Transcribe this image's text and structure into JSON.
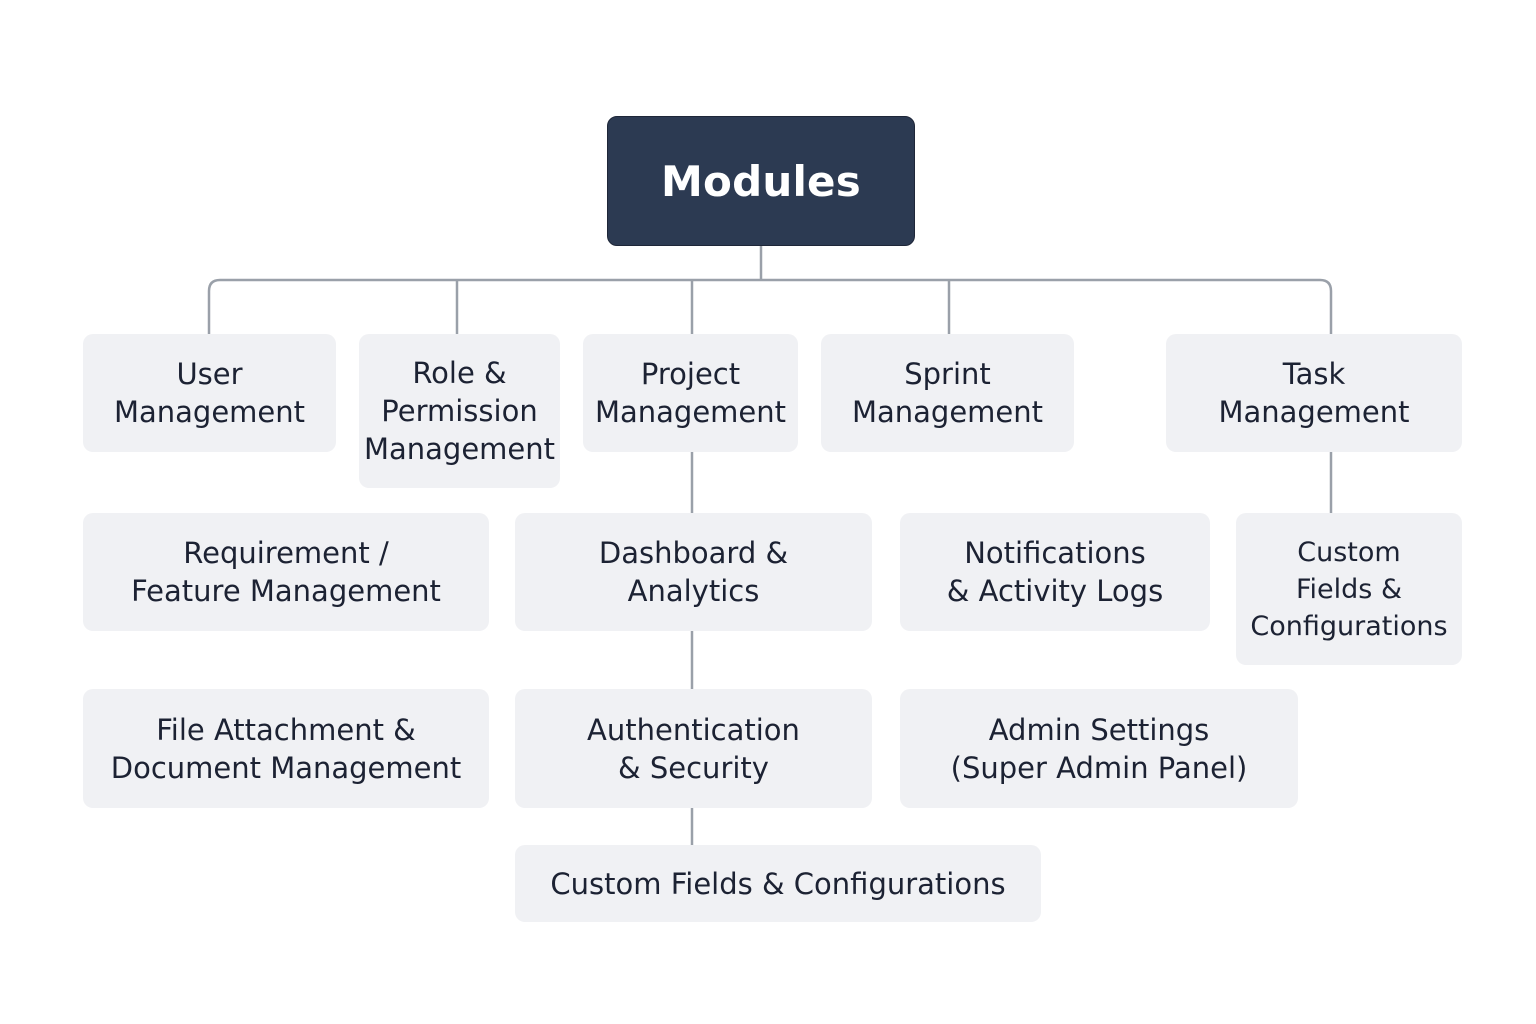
{
  "diagram": {
    "root": {
      "label": "Modules"
    },
    "modules": [
      {
        "key": "user",
        "label": "User\nManagement"
      },
      {
        "key": "role",
        "label": "Role &\nPermission\nManagement"
      },
      {
        "key": "project",
        "label": "Project\nManagement"
      },
      {
        "key": "sprint",
        "label": "Sprint\nManagement"
      },
      {
        "key": "task",
        "label": "Task\nManagement"
      },
      {
        "key": "requirement",
        "label": "Requirement /\nFeature Management"
      },
      {
        "key": "dashboard",
        "label": "Dashboard &\nAnalytics"
      },
      {
        "key": "notifications",
        "label": "Notifications\n& Activity Logs"
      },
      {
        "key": "custom-fields-right",
        "label": "Custom\nFields &\nConfigurations"
      },
      {
        "key": "file-attachment",
        "label": "File Attachment &\nDocument Management"
      },
      {
        "key": "authentication",
        "label": "Authentication\n& Security"
      },
      {
        "key": "admin-settings",
        "label": "Admin Settings\n(Super Admin Panel)"
      },
      {
        "key": "custom-fields-bottom",
        "label": "Custom Fields & Configurations"
      }
    ]
  },
  "colors": {
    "root_fill": "#2c3a52",
    "root_text": "#ffffff",
    "box_fill": "#f0f1f4",
    "box_text": "#1c2233",
    "connector": "#9aa0a9"
  }
}
